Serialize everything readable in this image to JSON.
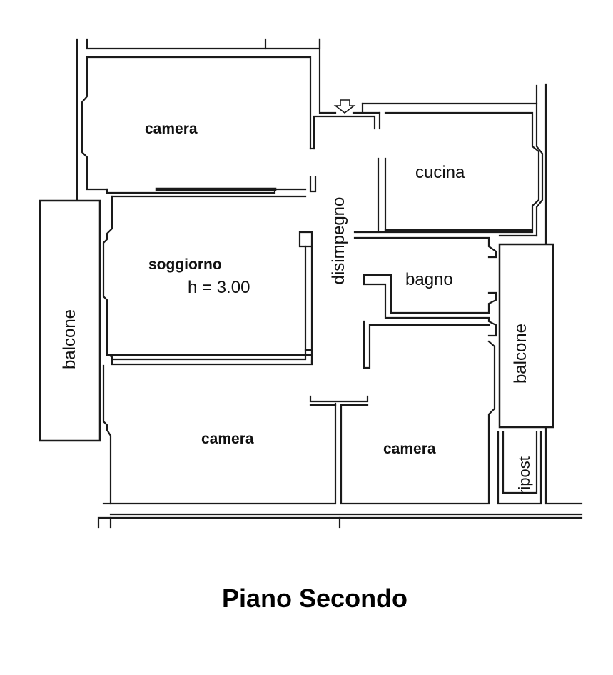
{
  "plan": {
    "title": "Piano Secondo",
    "rooms": {
      "camera_top": "camera",
      "cucina": "cucina",
      "disimpegno": "disimpegno",
      "soggiorno": "soggiorno",
      "height": "h = 3.00",
      "bagno": "bagno",
      "balcone_left": "balcone",
      "balcone_right": "balcone",
      "camera_bottom_left": "camera",
      "camera_bottom_right": "camera",
      "ripost": "ripost"
    },
    "icons": [
      "entrance-arrow-icon"
    ]
  }
}
